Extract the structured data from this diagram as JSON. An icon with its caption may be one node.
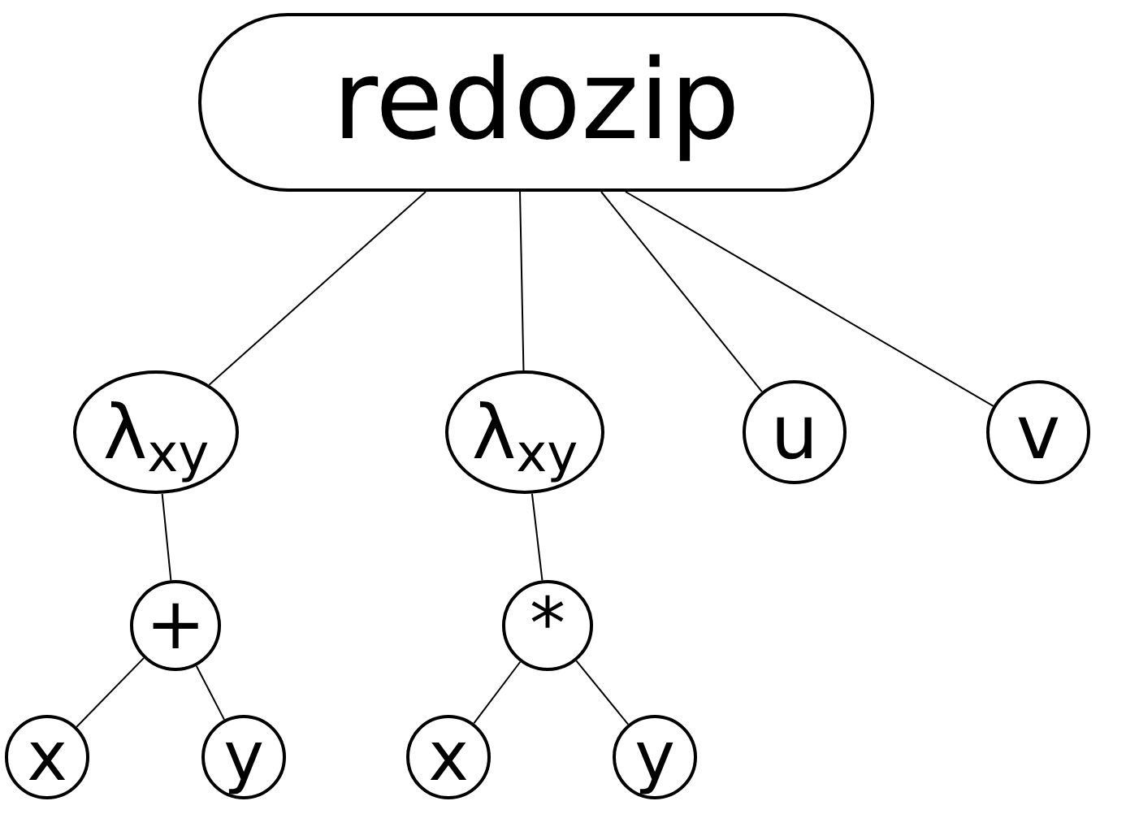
{
  "diagram": {
    "nodes": [
      {
        "text": [
          "redozip"
        ]
      },
      {
        "text": [
          "λ$_{xy}$"
        ]
      },
      {
        "text": [
          "λ$_{xy}$"
        ]
      },
      {
        "text": [
          "u"
        ]
      },
      {
        "text": [
          "v"
        ]
      },
      {
        "text": [
          "+"
        ]
      },
      {
        "text": [
          "*"
        ]
      },
      {
        "text": [
          "x"
        ]
      },
      {
        "text": [
          "y"
        ]
      },
      {
        "text": [
          "x"
        ]
      },
      {
        "text": [
          "y"
        ]
      }
    ],
    "edges": [
      {
        "from": 0,
        "to": 1,
        "arrow": "none"
      },
      {
        "from": 0,
        "to": 2,
        "arrow": "none"
      },
      {
        "from": 0,
        "to": 3,
        "arrow": "none"
      },
      {
        "from": 0,
        "to": 4,
        "arrow": "none"
      },
      {
        "from": 1,
        "to": 5,
        "arrow": "none"
      },
      {
        "from": 2,
        "to": 6,
        "arrow": "none"
      },
      {
        "from": 5,
        "to": 7,
        "arrow": "none"
      },
      {
        "from": 5,
        "to": 8,
        "arrow": "none"
      },
      {
        "from": 6,
        "to": 9,
        "arrow": "none"
      },
      {
        "from": 6,
        "to": 10,
        "arrow": "none"
      }
    ]
  }
}
